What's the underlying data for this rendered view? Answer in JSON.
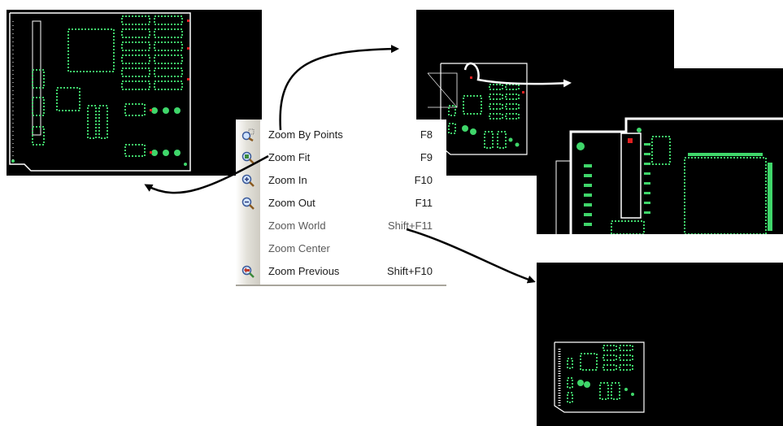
{
  "menu": {
    "items": [
      {
        "label": "Zoom By Points",
        "shortcut": "F8",
        "icon": "zoom-by-points-icon",
        "enabled": true
      },
      {
        "label": "Zoom Fit",
        "shortcut": "F9",
        "icon": "zoom-fit-icon",
        "enabled": true
      },
      {
        "label": "Zoom In",
        "shortcut": "F10",
        "icon": "zoom-in-icon",
        "enabled": true
      },
      {
        "label": "Zoom Out",
        "shortcut": "F11",
        "icon": "zoom-out-icon",
        "enabled": true
      },
      {
        "label": "Zoom World",
        "shortcut": "Shift+F11",
        "icon": "",
        "enabled": false
      },
      {
        "label": "Zoom Center",
        "shortcut": "",
        "icon": "",
        "enabled": false
      },
      {
        "label": "Zoom Previous",
        "shortcut": "Shift+F10",
        "icon": "zoom-previous-icon",
        "enabled": true
      }
    ]
  },
  "colors": {
    "pcb_background": "#000000",
    "pcb_trace": "#ffffff",
    "pcb_pad": "#3fd66a",
    "pcb_marker": "#e02020",
    "menu_text": "#1c1c1c",
    "arrow": "#000000"
  }
}
